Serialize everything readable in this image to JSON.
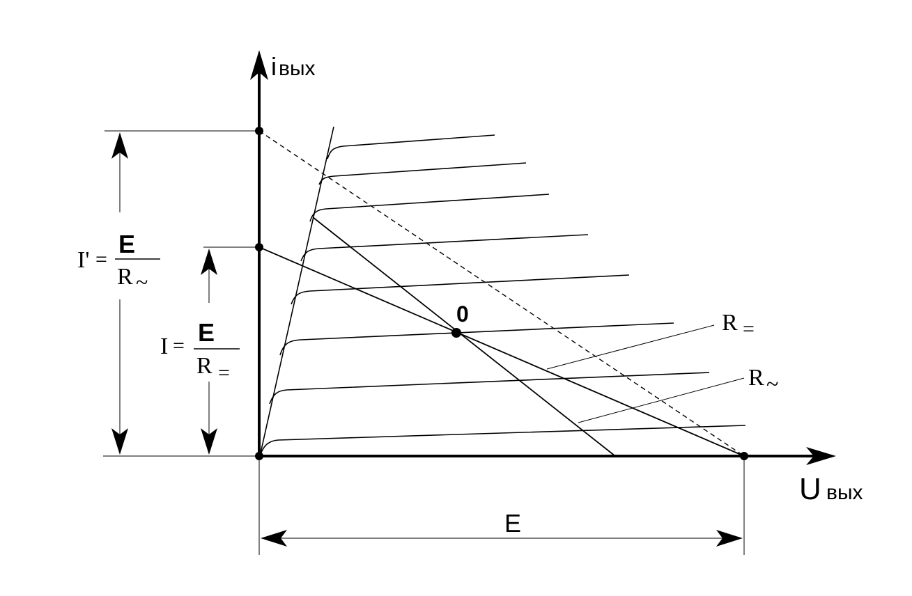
{
  "axes": {
    "y_label_main": "i",
    "y_label_sub": "вых",
    "x_label_main": "U",
    "x_label_sub": "вых"
  },
  "labels": {
    "operating_point": "0",
    "e_span": "E",
    "r_dc": "R",
    "r_ac": "R",
    "r_dc_mark": "=",
    "r_ac_mark": "~"
  },
  "formulas": {
    "i_prime": {
      "lhs": "I'",
      "eq": "=",
      "num": "E",
      "den": "R",
      "den_mark": "~"
    },
    "i_dc": {
      "lhs": "I",
      "eq": "=",
      "num": "E",
      "den": "R",
      "den_mark": "="
    }
  },
  "style": {
    "ink": "#000000",
    "background": "#ffffff"
  }
}
